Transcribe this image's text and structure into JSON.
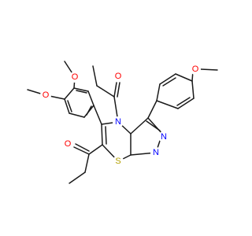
{
  "structure": {
    "colors": {
      "bond": "#1a1a1a",
      "O": "#ff0000",
      "N": "#0000ff",
      "S": "#b3a000"
    },
    "atoms": [
      {
        "id": "o_ome_top",
        "label": "O",
        "element": "O"
      },
      {
        "id": "o_ome_left",
        "label": "O",
        "element": "O"
      },
      {
        "id": "o_ketone_top",
        "label": "O",
        "element": "O"
      },
      {
        "id": "o_ome_aryl",
        "label": "O",
        "element": "O"
      },
      {
        "id": "o_ketone_left",
        "label": "O",
        "element": "O"
      },
      {
        "id": "n_ring",
        "label": "N",
        "element": "N"
      },
      {
        "id": "n_triazole_a",
        "label": "N",
        "element": "N"
      },
      {
        "id": "n_triazole_b",
        "label": "N",
        "element": "N"
      },
      {
        "id": "s_thiadiazine",
        "label": "S",
        "element": "S"
      }
    ]
  }
}
